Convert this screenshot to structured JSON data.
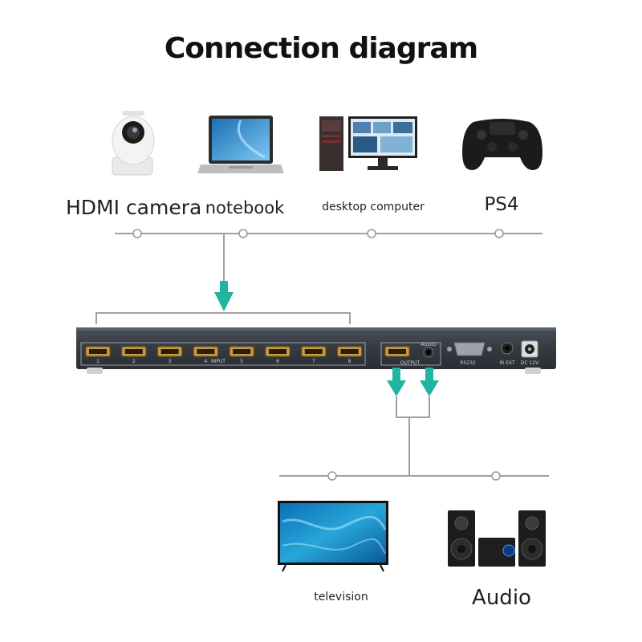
{
  "title": "Connection diagram",
  "sources": [
    {
      "label": "HDMI camera",
      "icon": "hdmi-camera-icon"
    },
    {
      "label": "notebook",
      "icon": "notebook-icon"
    },
    {
      "label": "desktop computer",
      "icon": "desktop-computer-icon"
    },
    {
      "label": "PS4",
      "icon": "ps4-controller-icon"
    }
  ],
  "device": {
    "input_ports": [
      "1",
      "2",
      "3",
      "4",
      "5",
      "6",
      "7",
      "8"
    ],
    "input_label": "INPUT",
    "output_label": "OUTPUT",
    "audio_label": "AUDIO",
    "rs232_label": "RS232",
    "ir_label": "IR EXT",
    "dc_label": "DC 12V"
  },
  "outputs": [
    {
      "label": "television",
      "icon": "television-icon"
    },
    {
      "label": "Audio",
      "icon": "audio-speaker-icon"
    }
  ],
  "colors": {
    "arrow": "#1fb5a0",
    "line": "#a0a0a0",
    "device_body": "#3a3f47",
    "port_gold": "#c79a3c"
  }
}
